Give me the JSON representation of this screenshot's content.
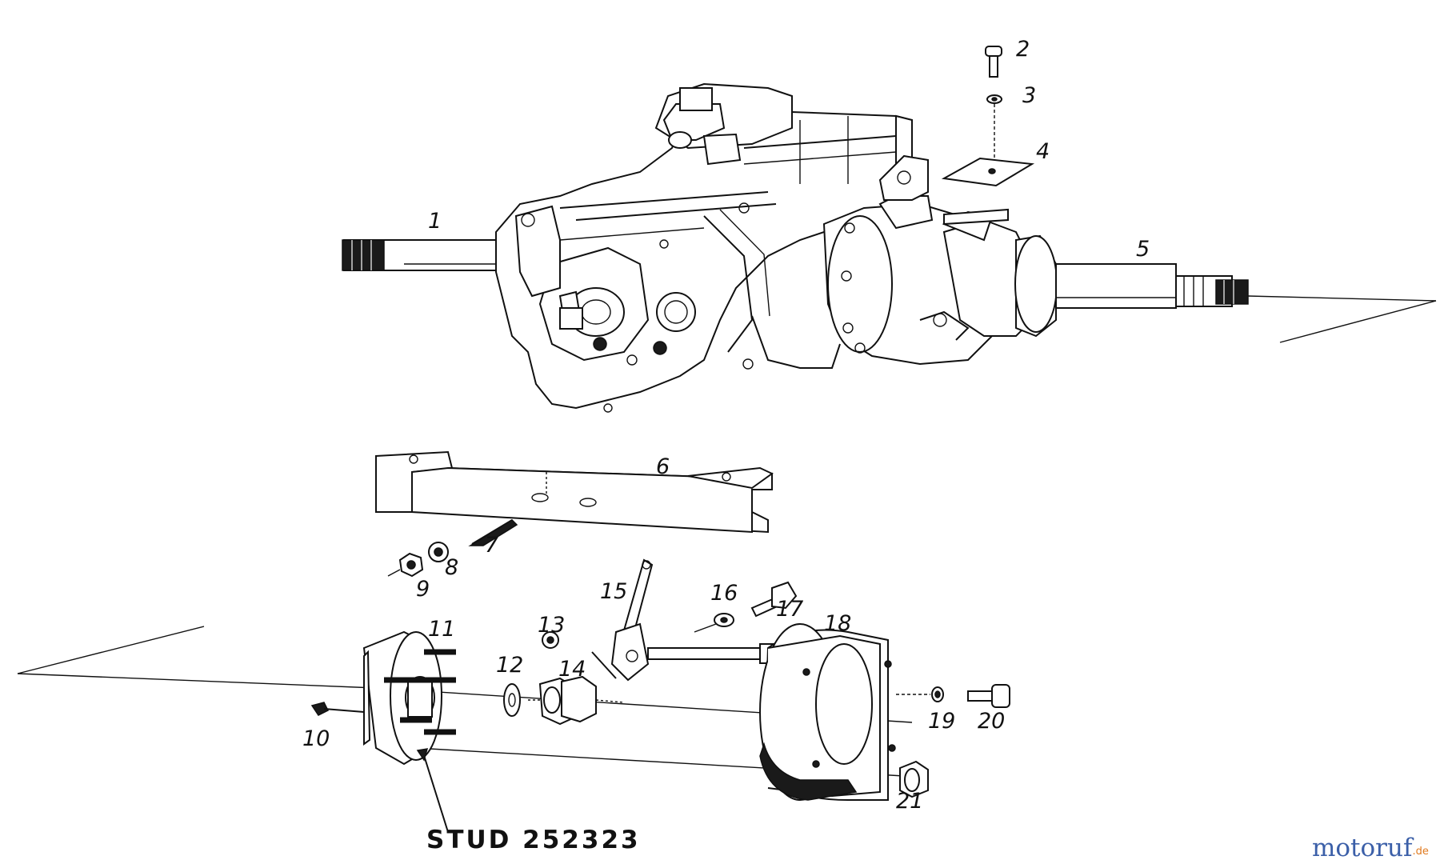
{
  "callouts": {
    "c1": "1",
    "c2": "2",
    "c3": "3",
    "c4": "4",
    "c5": "5",
    "c6": "6",
    "c7": "7",
    "c8": "8",
    "c9": "9",
    "c10": "10",
    "c11": "11",
    "c12": "12",
    "c13": "13",
    "c14": "14",
    "c15": "15",
    "c16": "16",
    "c17": "17",
    "c18": "18",
    "c19": "19",
    "c20": "20",
    "c21": "21"
  },
  "stud_label": "STUD 252323",
  "watermark": {
    "name": "motoruf",
    "tld": ".de",
    "color_primary": "#3b5fa8",
    "color_accent": "#e07a1f"
  }
}
